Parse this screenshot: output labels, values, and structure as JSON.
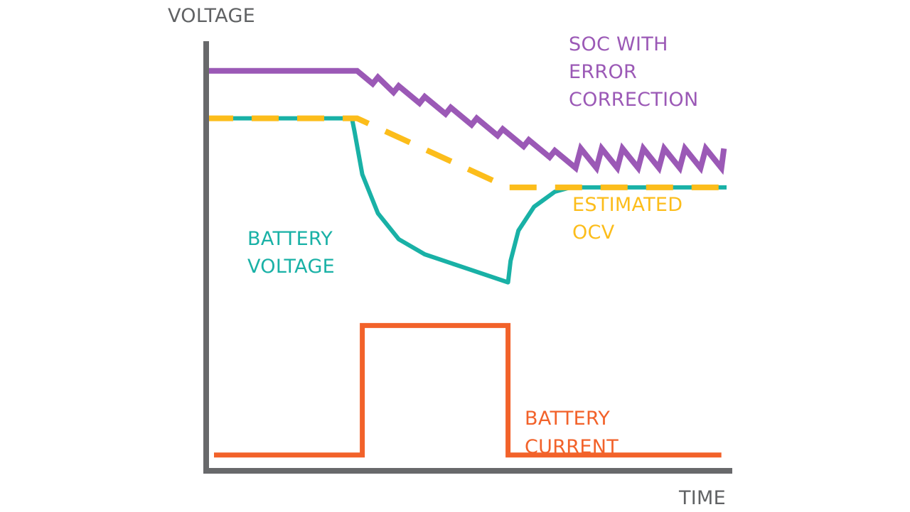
{
  "chart_data": {
    "type": "line",
    "title": "",
    "xlabel": "TIME",
    "ylabel": "VOLTAGE",
    "grid": false,
    "colors": {
      "axis": "#68696b",
      "soc": "#9b59b6",
      "ocv": "#fcbd1b",
      "battery_voltage": "#19b1a6",
      "battery_current": "#f2622a",
      "axis_text": "#606264"
    },
    "x_range": [
      0,
      100
    ],
    "y_range": [
      0,
      100
    ],
    "series": [
      {
        "name": "SOC WITH ERROR CORRECTION",
        "label_lines": [
          "SOC WITH",
          "ERROR",
          "CORRECTION"
        ],
        "style": "sawtooth",
        "points": [
          [
            0,
            91
          ],
          [
            29,
            91
          ],
          [
            32,
            88
          ],
          [
            33,
            89.5
          ],
          [
            36,
            86
          ],
          [
            37,
            87.5
          ],
          [
            41,
            83.5
          ],
          [
            42,
            85
          ],
          [
            46,
            81
          ],
          [
            47,
            82.5
          ],
          [
            51,
            78.5
          ],
          [
            52,
            80
          ],
          [
            56,
            76
          ],
          [
            57,
            77.5
          ],
          [
            61,
            73.5
          ],
          [
            62,
            75
          ],
          [
            66,
            71
          ],
          [
            67,
            72.5
          ],
          [
            71,
            68.5
          ],
          [
            72,
            73
          ],
          [
            75,
            68.5
          ],
          [
            76,
            73
          ],
          [
            79,
            68.5
          ],
          [
            80,
            73
          ],
          [
            83,
            68.5
          ],
          [
            84,
            73
          ],
          [
            87,
            68.5
          ],
          [
            88,
            73
          ],
          [
            91,
            68.5
          ],
          [
            92,
            73
          ],
          [
            95,
            68.5
          ],
          [
            96,
            73
          ],
          [
            99,
            68.5
          ],
          [
            99.5,
            73
          ]
        ]
      },
      {
        "name": "ESTIMATED OCV",
        "label_lines": [
          "ESTIMATED",
          "OCV"
        ],
        "style": "dashed",
        "points": [
          [
            0,
            80
          ],
          [
            29,
            80
          ],
          [
            58,
            64
          ],
          [
            100,
            64
          ]
        ]
      },
      {
        "name": "BATTERY VOLTAGE",
        "label_lines": [
          "BATTERY",
          "VOLTAGE"
        ],
        "style": "solid-under-dash",
        "points": [
          [
            0,
            80
          ],
          [
            28,
            80
          ],
          [
            28.5,
            77
          ],
          [
            30,
            67
          ],
          [
            33,
            58
          ],
          [
            37,
            52
          ],
          [
            42,
            48.5
          ],
          [
            58,
            42
          ],
          [
            58.5,
            47
          ],
          [
            60,
            54
          ],
          [
            63,
            59.5
          ],
          [
            67,
            63
          ],
          [
            70,
            64
          ],
          [
            100,
            64
          ]
        ]
      },
      {
        "name": "BATTERY CURRENT",
        "label_lines": [
          "BATTERY",
          "CURRENT"
        ],
        "style": "step",
        "points": [
          [
            1.5,
            2
          ],
          [
            30,
            2
          ],
          [
            30,
            32
          ],
          [
            58,
            32
          ],
          [
            58,
            2
          ],
          [
            99,
            2
          ]
        ]
      }
    ]
  }
}
